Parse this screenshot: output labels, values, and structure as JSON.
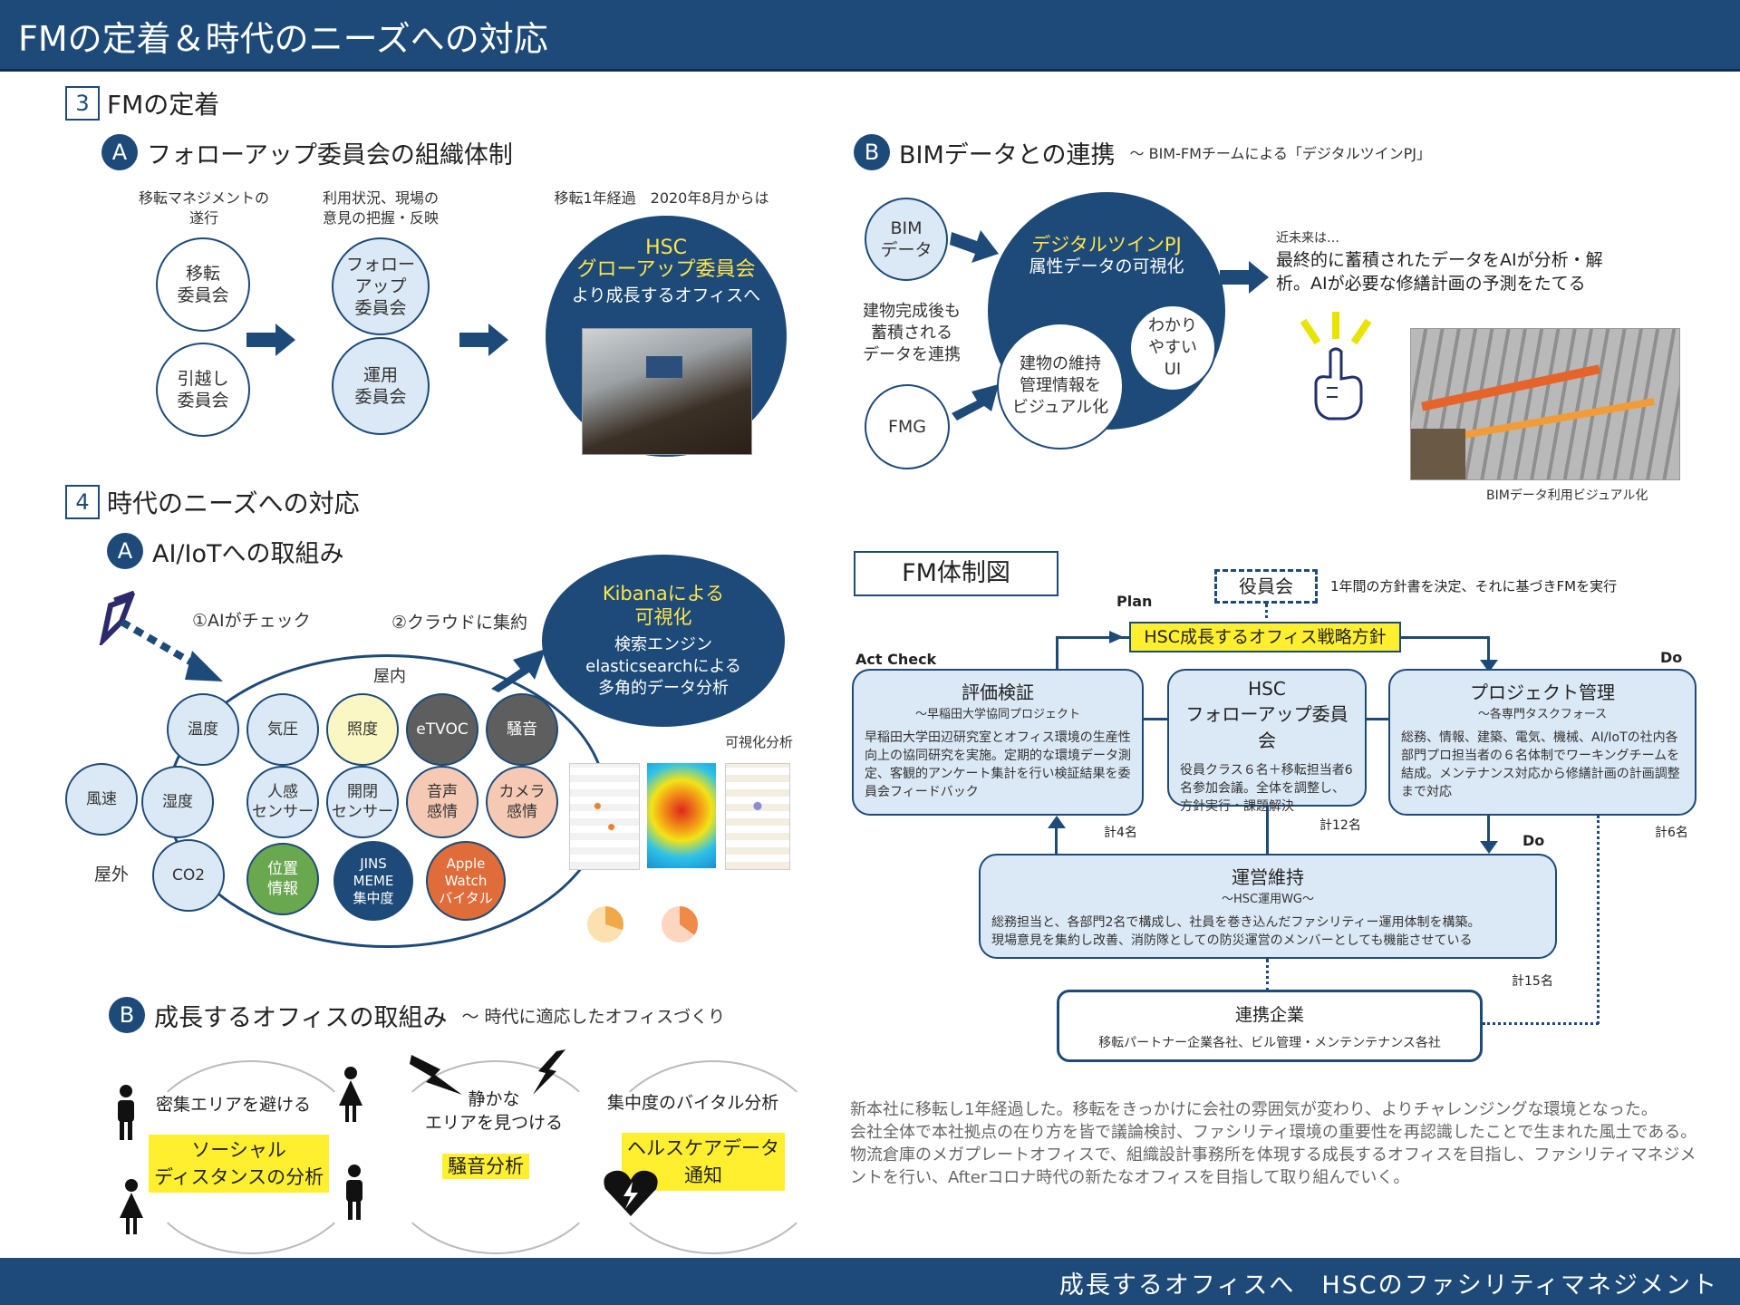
{
  "header": {
    "title": "FMの定着＆時代のニーズへの対応"
  },
  "footer": {
    "text": "成長するオフィスへ　HSCのファシリティマネジメント"
  },
  "sec3": {
    "num": "3",
    "title": "FMの定着",
    "a": {
      "badge": "A",
      "title": "フォローアップ委員会の組織体制",
      "col1_caption": "移転マネジメントの\n遂行",
      "col2_caption": "利用状況、現場の\n意見の把握・反映",
      "col3_caption": "移転1年経過　2020年8月からは",
      "c_iten": "移転\n委員会",
      "c_hikkoshi": "引越し\n委員会",
      "c_follow": "フォロー\nアップ\n委員会",
      "c_unyo": "運用\n委員会",
      "big_line1": "HSC",
      "big_line2": "グローアップ委員会",
      "big_line3": "より成長するオフィスへ"
    },
    "b": {
      "badge": "B",
      "title": "BIMデータとの連携",
      "subtitle": "～ BIM-FMチームによる「デジタルツインPJ」",
      "bim": "BIM\nデータ",
      "fmg": "FMG",
      "left_text": "建物完成後も\n蓄積される\nデータを連携",
      "dt_title": "デジタルツインPJ",
      "dt_sub": "属性データの可視化",
      "dt_c1": "建物の維持\n管理情報を\nビジュアル化",
      "dt_c2": "わかり\nやすい\nUI",
      "future_small": "近未来は…",
      "future_text": "最終的に蓄積されたデータをAIが分析・解\n析。AIが必要な修繕計画の予測をたてる",
      "photo_caption": "BIMデータ利用ビジュアル化"
    }
  },
  "sec4": {
    "num": "4",
    "title": "時代のニーズへの対応",
    "a": {
      "badge": "A",
      "title": "AI/IoTへの取組み",
      "step1": "①AIがチェック",
      "step2": "②クラウドに集約",
      "indoor": "屋内",
      "outdoor": "屋外",
      "kibana_title": "Kibanaによる\n可視化",
      "kibana_text": "検索エンジン\nelasticsearchによる\n多角的データ分析",
      "vis_label": "可視化分析",
      "sensors": {
        "temp": "温度",
        "pressure": "気圧",
        "light": "照度",
        "etvoc": "eTVOC",
        "noise": "騒音",
        "wind": "風速",
        "humidity": "湿度",
        "human": "人感\nセンサー",
        "door": "開閉\nセンサー",
        "voice": "音声\n感情",
        "camera": "カメラ\n感情",
        "co2": "CO2",
        "position": "位置\n情報",
        "jins": "JINS\nMEME\n集中度",
        "apple": "Apple\nWatch\nバイタル"
      }
    },
    "b": {
      "badge": "B",
      "title": "成長するオフィスの取組み",
      "subtitle": "～ 時代に適応したオフィスづくり",
      "item1_cap": "密集エリアを避ける",
      "item1_hl": "ソーシャル\nディスタンスの分析",
      "item2_cap": "静かな\nエリアを見つける",
      "item2_hl": "騒音分析",
      "item3_cap": "集中度のバイタル分析",
      "item3_hl": "ヘルスケアデータ\n通知"
    }
  },
  "fm": {
    "title": "FM体制図",
    "board": "役員会",
    "board_note": "1年間の方針書を決定、それに基づきFMを実行",
    "plan": "Plan",
    "strategy": "HSC成長するオフィス戦略方針",
    "act_check": "Act Check",
    "do1": "Do",
    "do2": "Do",
    "box1": {
      "title": "評価検証",
      "sub": "～早稲田大学協同プロジェクト",
      "desc": "早稲田大学田辺研究室とオフィス環境の生産性向上の協同研究を実施。定期的な環境データ測定、客観的アンケート集計を行い検証結果を委員会フィードバック",
      "count": "計4名"
    },
    "box2": {
      "title": "HSC\nフォローアップ委員会",
      "desc": "役員クラス６名＋移転担当者6名参加会議。全体を調整し、方針実行・課題解決",
      "count": "計12名"
    },
    "box3": {
      "title": "プロジェクト管理",
      "sub": "～各専門タスクフォース",
      "desc": "総務、情報、建築、電気、機械、AI/IoTの社内各部門プロ担当者の６名体制でワーキングチームを結成。メンテナンス対応から修繕計画の計画調整まで対応",
      "count": "計6名"
    },
    "box4": {
      "title": "運営維持",
      "sub": "～HSC運用WG～",
      "desc": "総務担当と、各部門2名で構成し、社員を巻き込んだファシリティー運用体制を構築。\n現場意見を集約し改善、消防隊としての防災運営のメンバーとしても機能させている",
      "count": "計15名"
    },
    "box5": {
      "title": "連携企業",
      "desc": "移転パートナー企業各社、ビル管理・メンテンテナンス各社"
    }
  },
  "summary": "新本社に移転し1年経過した。移転をきっかけに会社の雰囲気が変わり、よりチャレンジングな環境となった。\n会社全体で本社拠点の在り方を皆で議論検討、ファシリティ環境の重要性を再認識したことで生まれた風土である。\n物流倉庫のメガプレートオフィスで、組織設計事務所を体現する成長するオフィスを目指し、ファシリティマネジメントを行い、Afterコロナ時代の新たなオフィスを目指して取り組んでいく。",
  "colors": {
    "navy": "#1d4a78",
    "light": "#dbe8f5",
    "highlight": "#ffef2e"
  }
}
